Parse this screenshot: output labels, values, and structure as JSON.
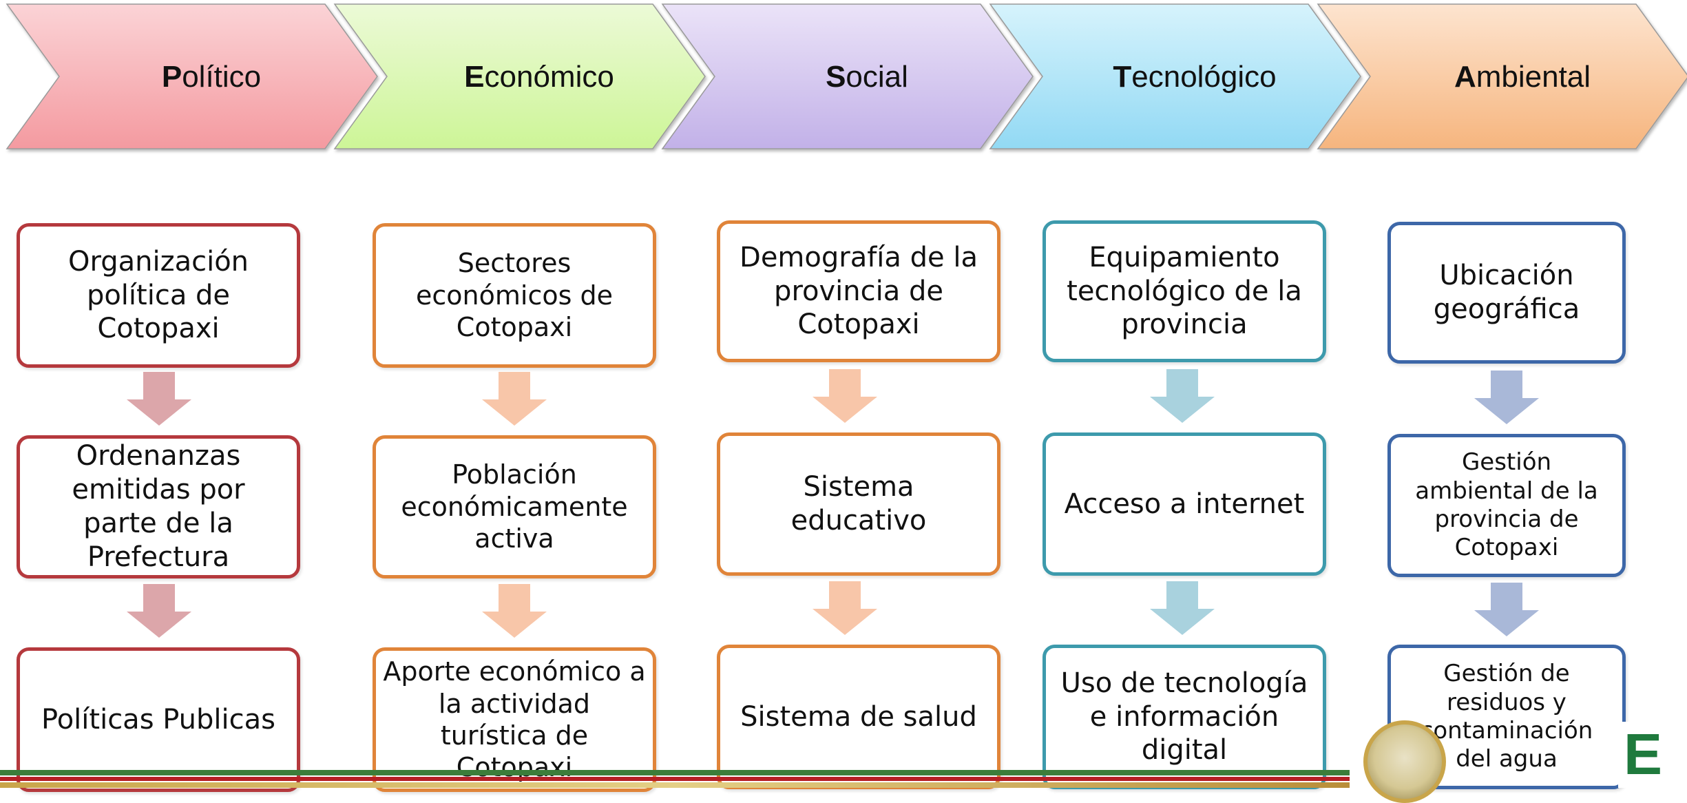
{
  "pestel": [
    {
      "initial": "P",
      "rest": "olítico",
      "color": "#f7b3b8",
      "arrow_color": "#dca6aa",
      "box_color": "#b5393d",
      "boxes": [
        "Organización política de Cotopaxi",
        "Ordenanzas emitidas por parte de la Prefectura",
        "Políticas Publicas"
      ]
    },
    {
      "initial": "E",
      "rest": "conómico",
      "color": "#d6f6ae",
      "arrow_color": "#f8c6a9",
      "box_color": "#e08439",
      "boxes": [
        "Sectores económicos de Cotopaxi",
        "Población económicamente activa",
        "Aporte económico a la actividad turística de Cotopaxi"
      ]
    },
    {
      "initial": "S",
      "rest": "ocial",
      "color": "#d3c6ef",
      "arrow_color": "#f8c6a9",
      "box_color": "#e08439",
      "boxes": [
        "Demografía de la provincia de Cotopaxi",
        "Sistema educativo",
        "Sistema de salud"
      ]
    },
    {
      "initial": "T",
      "rest": "ecnológico",
      "color": "#aae2f6",
      "arrow_color": "#a9d2de",
      "box_color": "#3d9aac",
      "boxes": [
        "Equipamiento tecnológico de la provincia",
        "Acceso a internet",
        "Uso de tecnología e información digital"
      ]
    },
    {
      "initial": "A",
      "rest": "mbiental",
      "color": "#f8c9a0",
      "arrow_color": "#a9b8d8",
      "box_color": "#3d67a8",
      "boxes": [
        "Ubicación geográfica",
        "Gestión ambiental de la provincia de Cotopaxi",
        "Gestión de residuos y contaminación del agua"
      ]
    }
  ],
  "logo_text": "E"
}
